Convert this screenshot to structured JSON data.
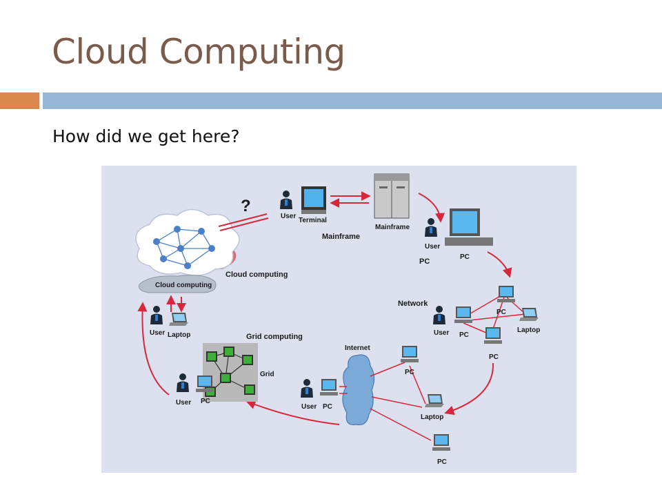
{
  "slide": {
    "title": "Cloud Computing",
    "subtitle": "How did we get here?"
  },
  "colors": {
    "title": "#7a5c4d",
    "accent_bar_left": "#d9884f",
    "accent_bar_right": "#97b6d6",
    "figure_background": "#dde0ef",
    "arrow": "#d6283a"
  },
  "diagram": {
    "question_mark": "?",
    "sections": {
      "mainframe": "Mainframe",
      "pc": "PC",
      "network": "Network",
      "internet": "Internet",
      "grid_computing": "Grid computing",
      "cloud_computing": "Cloud computing"
    },
    "labels": {
      "user_terminal": "User",
      "terminal": "Terminal",
      "mainframe_device": "Mainframe",
      "pc_user": "User",
      "pc_device": "PC",
      "net_user": "User",
      "net_pc1": "PC",
      "net_pc2": "PC",
      "net_pc3": "PC",
      "net_laptop": "Laptop",
      "inet_user": "User",
      "inet_pc": "PC",
      "inet_pc_top": "PC",
      "inet_laptop": "Laptop",
      "inet_pc_bottom": "PC",
      "grid_user": "User",
      "grid_pc": "PC",
      "grid": "Grid",
      "cloud_user": "User",
      "cloud_laptop": "Laptop",
      "cloud_banner": "Cloud computing"
    }
  }
}
